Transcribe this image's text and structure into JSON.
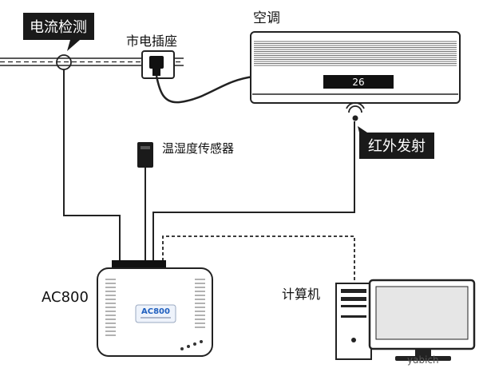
{
  "labels": {
    "current_detection": "电流检测",
    "power_socket": "市电插座",
    "air_conditioner": "空调",
    "ac_display": "26",
    "infrared_emitter": "红外发射",
    "temp_humidity_sensor": "温湿度传感器",
    "device_model": "AC800",
    "device_logo": "AC800",
    "computer": "计算机",
    "watermark": "yabich"
  },
  "colors": {
    "line": "#222222",
    "callout_bg": "#1a1a1a",
    "callout_text": "#ffffff",
    "display_bg": "#111111",
    "display_text": "#ffffff",
    "device_badge": "#1f5fbf"
  }
}
